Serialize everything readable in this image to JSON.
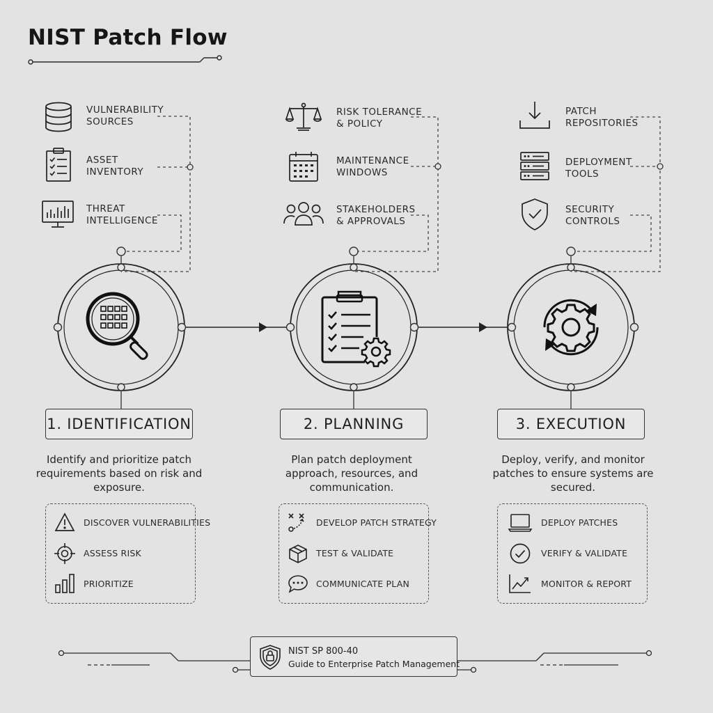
{
  "title": "NIST Patch Flow",
  "stages": [
    {
      "number_label": "1. IDENTIFICATION",
      "description": "Identify and prioritize patch requirements based on risk and exposure.",
      "inputs": [
        {
          "label": "VULNERABILITY\nSOURCES",
          "icon": "database-icon"
        },
        {
          "label": "ASSET\nINVENTORY",
          "icon": "clipboard-list-icon"
        },
        {
          "label": "THREAT\nINTELLIGENCE",
          "icon": "monitor-chart-icon"
        }
      ],
      "center_icon": "magnifier-grid-icon",
      "tasks": [
        {
          "label": "DISCOVER VULNERABILITIES",
          "icon": "warning-icon"
        },
        {
          "label": "ASSESS RISK",
          "icon": "target-icon"
        },
        {
          "label": "PRIORITIZE",
          "icon": "bar-chart-icon"
        }
      ]
    },
    {
      "number_label": "2. PLANNING",
      "description": "Plan patch deployment approach, resources, and communication.",
      "inputs": [
        {
          "label": "RISK TOLERANCE\n& POLICY",
          "icon": "scales-icon"
        },
        {
          "label": "MAINTENANCE\nWINDOWS",
          "icon": "calendar-icon"
        },
        {
          "label": "STAKEHOLDERS\n& APPROVALS",
          "icon": "people-icon"
        }
      ],
      "center_icon": "clipboard-gear-icon",
      "tasks": [
        {
          "label": "DEVELOP PATCH STRATEGY",
          "icon": "strategy-icon"
        },
        {
          "label": "TEST & VALIDATE",
          "icon": "cube-icon"
        },
        {
          "label": "COMMUNICATE PLAN",
          "icon": "chat-icon"
        }
      ]
    },
    {
      "number_label": "3. EXECUTION",
      "description": "Deploy, verify, and monitor patches to ensure systems are secured.",
      "inputs": [
        {
          "label": "PATCH\nREPOSITORIES",
          "icon": "download-icon"
        },
        {
          "label": "DEPLOYMENT\nTOOLS",
          "icon": "server-icon"
        },
        {
          "label": "SECURITY\nCONTROLS",
          "icon": "shield-check-icon"
        }
      ],
      "center_icon": "gear-cycle-icon",
      "tasks": [
        {
          "label": "DEPLOY PATCHES",
          "icon": "laptop-icon"
        },
        {
          "label": "VERIFY & VALIDATE",
          "icon": "check-circle-icon"
        },
        {
          "label": "MONITOR & REPORT",
          "icon": "trend-icon"
        }
      ]
    }
  ],
  "footer": {
    "reference_id": "NIST SP 800-40",
    "reference_title": "Guide to Enterprise Patch Management",
    "icon": "shield-icon"
  }
}
